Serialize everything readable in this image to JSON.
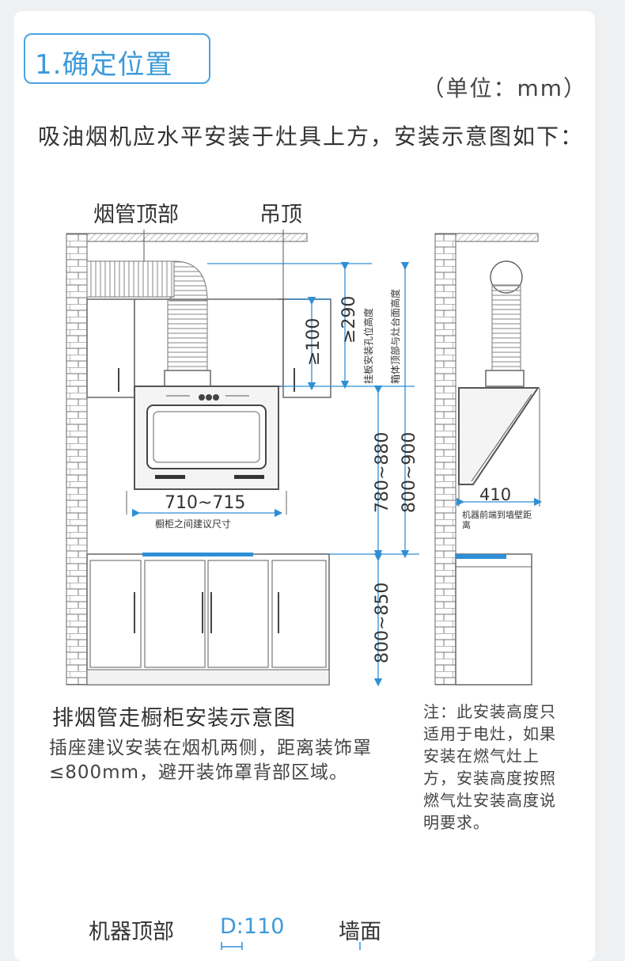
{
  "step": {
    "title": "1.确定位置"
  },
  "unit": "（单位：mm）",
  "intro": "吸油烟机应水平安装于灶具上方，安装示意图如下：",
  "diagram": {
    "label_pipe_top": "烟管顶部",
    "label_ceiling": "吊顶",
    "dim_100": "≥100",
    "dim_290": "≥290",
    "dim_vertical_note_1": "挂板安装孔位高度",
    "dim_vertical_note_2": "箱体顶部与灶台面高度",
    "dim_780_880": "780~880",
    "dim_800_900": "800~900",
    "dim_800_850": "800~850",
    "dim_710_715": "710~715",
    "dim_710_note": "橱柜之间建议尺寸",
    "dim_410": "410",
    "dim_410_note": "机器前端到墙壁距离"
  },
  "caption": "排烟管走橱柜安装示意图",
  "socket_text": "插座建议安装在烟机两侧，距离装饰罩≤800mm，避开装饰罩背部区域。",
  "note_text": "注：此安装高度只适用于电灶，如果安装在燃气灶上方，安装高度按照燃气灶安装高度说明要求。",
  "bottom": {
    "machine_top": "机器顶部",
    "d110": "D:110",
    "wall": "墙面"
  },
  "colors": {
    "accent": "#3d9ad9",
    "dim_line": "#2f8fd6",
    "line": "#555555"
  }
}
